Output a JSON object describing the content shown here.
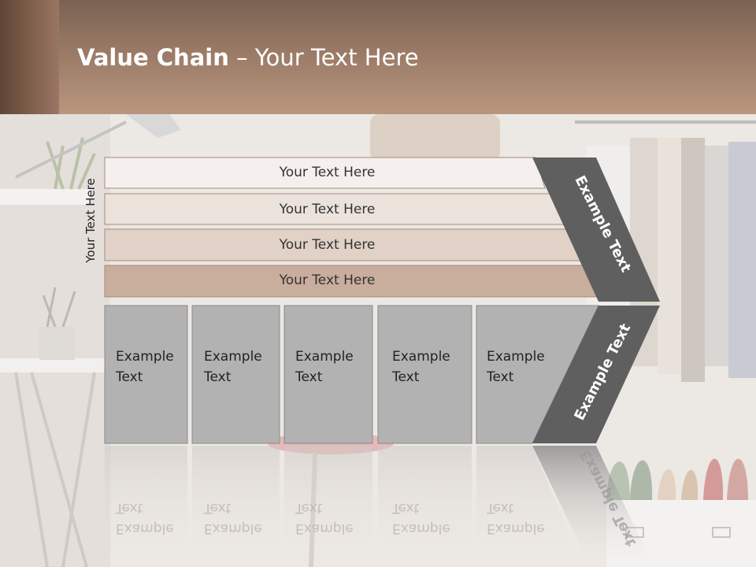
{
  "slide": {
    "title_bold": "Value Chain",
    "title_rest": " – Your Text Here",
    "vertical_label": "Your Text Here"
  },
  "rows": [
    {
      "label": "Your Text Here",
      "fill": "#f5f0ed"
    },
    {
      "label": "Your Text Here",
      "fill": "#ece2dc"
    },
    {
      "label": "Your Text Here",
      "fill": "#e1d1c6"
    },
    {
      "label": "Your Text Here",
      "fill": "#c9ad9d"
    }
  ],
  "cells": [
    {
      "label": "Example\nText"
    },
    {
      "label": "Example\nText"
    },
    {
      "label": "Example\nText"
    },
    {
      "label": "Example\nText"
    },
    {
      "label": "Example\nText"
    }
  ],
  "chevron": {
    "top_label": "Example Text",
    "bottom_label": "Example Text",
    "fill": "#5f5f5f"
  },
  "colors": {
    "header_dark": "#7a6252",
    "header_light": "#b8967e",
    "cell_fill": "#b2b2b2",
    "row_stroke": "#a88a78"
  }
}
